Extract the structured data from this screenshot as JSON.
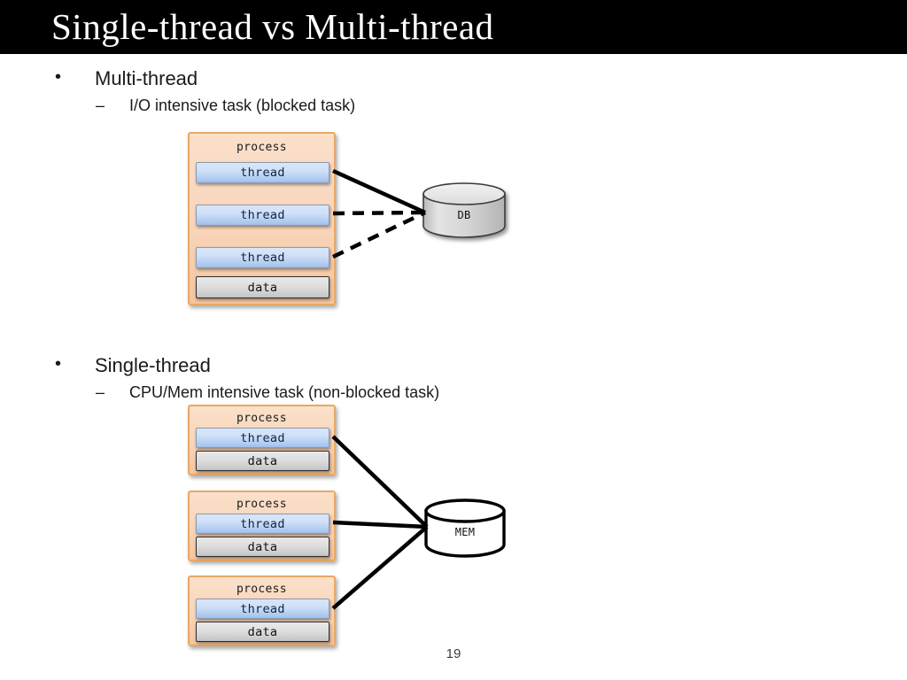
{
  "slide": {
    "title": "Single-thread vs Multi-thread",
    "page_number": "19",
    "bullet_glyph": "•",
    "dash_glyph": "–"
  },
  "sections": [
    {
      "heading": "Multi-thread",
      "subheading": "I/O intensive task (blocked task)",
      "store_label": "DB",
      "store_style": "grey-gradient",
      "processes": [
        {
          "label": "process",
          "rows": [
            {
              "type": "thread",
              "label": "thread",
              "link": "solid"
            },
            {
              "type": "thread",
              "label": "thread",
              "link": "dashed"
            },
            {
              "type": "thread",
              "label": "thread",
              "link": "dashed"
            },
            {
              "type": "data",
              "label": "data",
              "link": "none"
            }
          ]
        }
      ]
    },
    {
      "heading": "Single-thread",
      "subheading": "CPU/Mem intensive task (non-blocked task)",
      "store_label": "MEM",
      "store_style": "white-outline",
      "processes": [
        {
          "label": "process",
          "rows": [
            {
              "type": "thread",
              "label": "thread",
              "link": "solid"
            },
            {
              "type": "data",
              "label": "data",
              "link": "none"
            }
          ]
        },
        {
          "label": "process",
          "rows": [
            {
              "type": "thread",
              "label": "thread",
              "link": "solid"
            },
            {
              "type": "data",
              "label": "data",
              "link": "none"
            }
          ]
        },
        {
          "label": "process",
          "rows": [
            {
              "type": "thread",
              "label": "thread",
              "link": "solid"
            },
            {
              "type": "data",
              "label": "data",
              "link": "none"
            }
          ]
        }
      ]
    }
  ],
  "colors": {
    "banner_bg": "#000000",
    "banner_text": "#ffffff",
    "process_fill": "#f8d5ba",
    "process_border": "#e8a866",
    "thread_fill": "#b9d1f2",
    "thread_border": "#8e9aa8",
    "data_fill": "#d6d6d6",
    "data_border": "#2e2e2e",
    "body_text": "#1a1a1a",
    "slide_bg": "#ffffff"
  }
}
